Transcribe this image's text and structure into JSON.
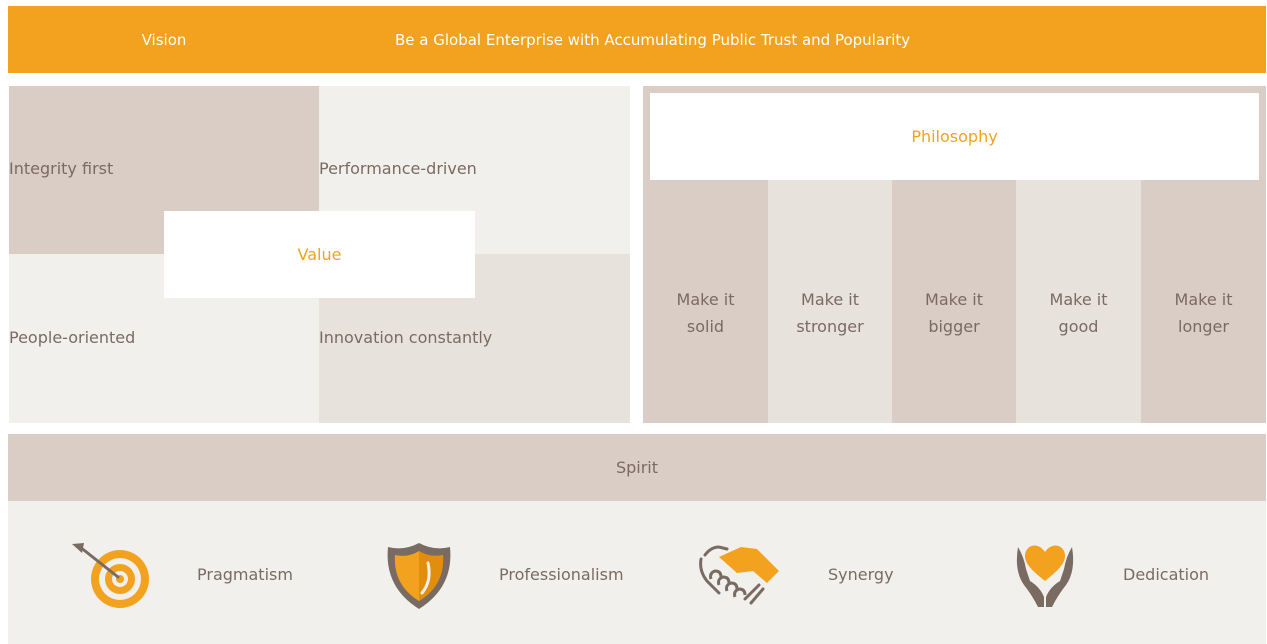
{
  "vision": {
    "label": "Vision",
    "text": "Be a Global Enterprise with Accumulating Public Trust and Popularity"
  },
  "value": {
    "title": "Value",
    "quadrants": [
      "Integrity first",
      "Performance-driven",
      "People-oriented",
      "Innovation constantly"
    ]
  },
  "philosophy": {
    "title": "Philosophy",
    "columns": [
      {
        "line1": "Make it",
        "line2": "solid"
      },
      {
        "line1": "Make it",
        "line2": "stronger"
      },
      {
        "line1": "Make it",
        "line2": "bigger"
      },
      {
        "line1": "Make it",
        "line2": "good"
      },
      {
        "line1": "Make it",
        "line2": "longer"
      }
    ]
  },
  "spirit": {
    "title": "Spirit",
    "items": [
      {
        "label": "Pragmatism",
        "icon": "target-icon"
      },
      {
        "label": "Professionalism",
        "icon": "shield-icon"
      },
      {
        "label": "Synergy",
        "icon": "handshake-icon"
      },
      {
        "label": "Dedication",
        "icon": "heart-hands-icon"
      }
    ]
  },
  "colors": {
    "accent": "#f2a21f",
    "text": "#7a6b62",
    "tan": "#dacdc5",
    "light": "#f2f0ec",
    "mid": "#e8e2dc"
  }
}
